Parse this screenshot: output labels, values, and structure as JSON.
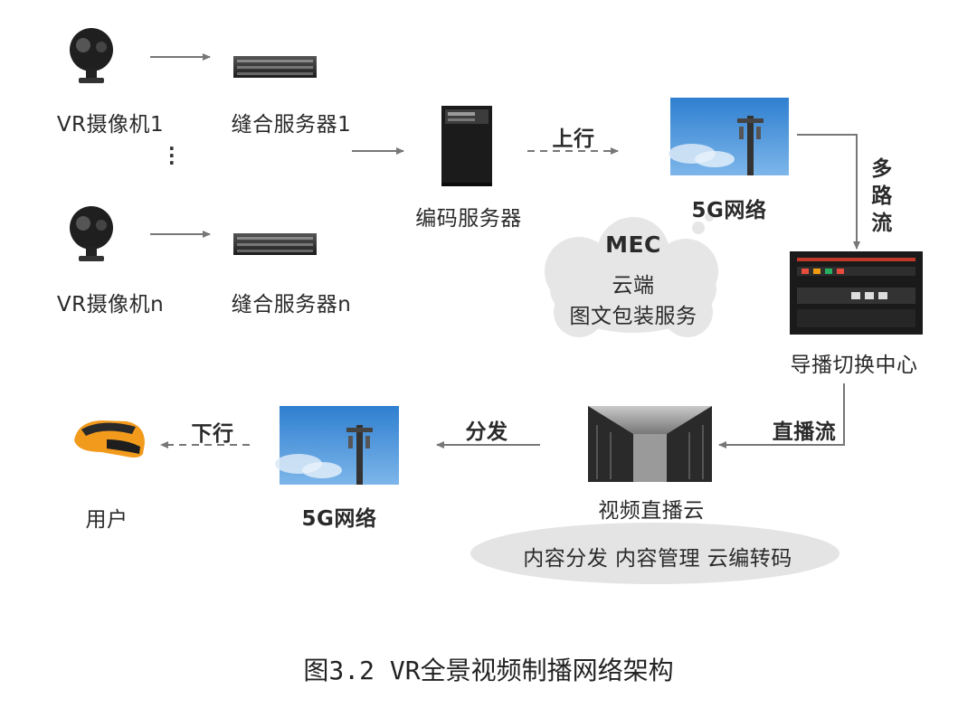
{
  "camera_1_label": "VR摄像机1",
  "camera_n_label": "VR摄像机n",
  "stitch_1_label": "缝合服务器1",
  "stitch_n_label": "缝合服务器n",
  "encoder_label": "编码服务器",
  "uplink_label": "上行",
  "net_up_label": "5G网络",
  "multistream_label": "多\n路\n流",
  "mec_title": "MEC",
  "mec_line1": "云端",
  "mec_line2": "图文包装服务",
  "director_label": "导播切换中心",
  "livestream_label": "直播流",
  "cloud_label": "视频直播云",
  "cloud_services": "内容分发 内容管理 云编转码",
  "distribute_label": "分发",
  "net_down_label": "5G网络",
  "downlink_label": "下行",
  "user_label": "用户",
  "caption": "图3.2 VR全景视频制播网络架构",
  "colors": {
    "arrow": "#777777",
    "sky": "#4a8fd4",
    "headset": "#f29a1c",
    "cloud_fill": "#e6e6e6"
  },
  "icons": [
    "vr-camera-icon",
    "rack-server-icon",
    "tower-server-icon",
    "cell-tower-icon",
    "switcher-console-icon",
    "datacenter-icon",
    "vr-headset-icon"
  ]
}
